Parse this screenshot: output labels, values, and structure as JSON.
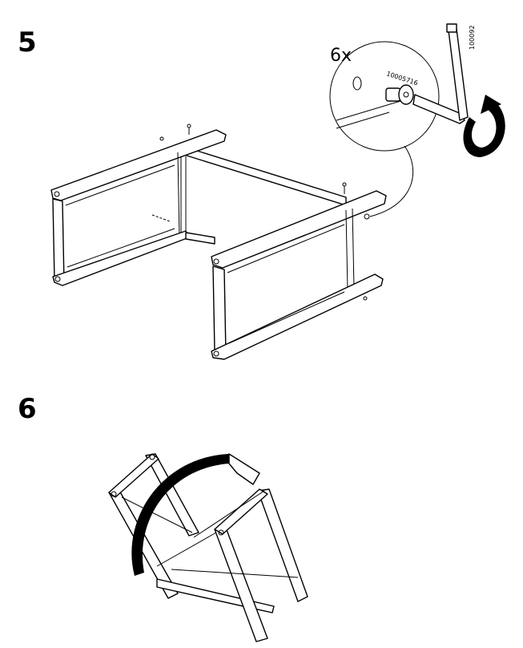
{
  "steps": [
    {
      "number": "5",
      "quantity": "6x",
      "part_bolt": "10005716",
      "part_key": "100092"
    },
    {
      "number": "6"
    }
  ],
  "icons": {
    "rotate_arrow": "clockwise-arrow-icon",
    "flip_arrow": "flip-arrow-icon"
  }
}
